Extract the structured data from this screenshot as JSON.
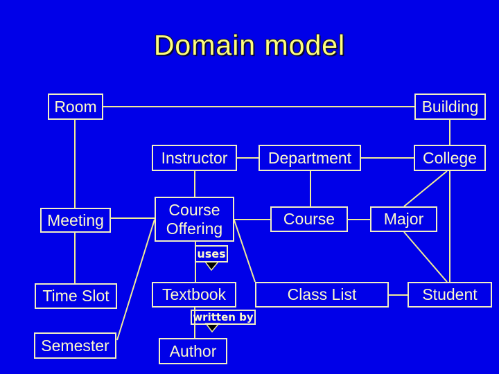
{
  "slide": {
    "title": "Domain model"
  },
  "colors": {
    "background": "#0000E8",
    "connector_line": "#F0EC96",
    "box_border": "#F2EFC2",
    "box_text": "#FDFACA",
    "title_text": "#FFFF7D",
    "arrow_fill": "#000000"
  },
  "nodes": {
    "room": {
      "label": "Room"
    },
    "building": {
      "label": "Building"
    },
    "instructor": {
      "label": "Instructor"
    },
    "department": {
      "label": "Department"
    },
    "college": {
      "label": "College"
    },
    "meeting": {
      "label": "Meeting"
    },
    "course_offering": {
      "label": "Course Offering"
    },
    "course": {
      "label": "Course"
    },
    "major": {
      "label": "Major"
    },
    "time_slot": {
      "label": "Time Slot"
    },
    "textbook": {
      "label": "Textbook"
    },
    "class_list": {
      "label": "Class List"
    },
    "student": {
      "label": "Student"
    },
    "semester": {
      "label": "Semester"
    },
    "author": {
      "label": "Author"
    }
  },
  "relationship_labels": {
    "uses": "uses",
    "written_by": "written by"
  },
  "edges": [
    {
      "from": "Room",
      "to": "Building"
    },
    {
      "from": "Room",
      "to": "Meeting"
    },
    {
      "from": "Meeting",
      "to": "Time Slot"
    },
    {
      "from": "Meeting",
      "to": "Course Offering"
    },
    {
      "from": "Instructor",
      "to": "Department"
    },
    {
      "from": "Instructor",
      "to": "Course Offering"
    },
    {
      "from": "Department",
      "to": "College"
    },
    {
      "from": "Department",
      "to": "Course"
    },
    {
      "from": "Building",
      "to": "College"
    },
    {
      "from": "College",
      "to": "Major"
    },
    {
      "from": "College",
      "to": "Student"
    },
    {
      "from": "Major",
      "to": "Student"
    },
    {
      "from": "Course Offering",
      "to": "Course"
    },
    {
      "from": "Course",
      "to": "Major"
    },
    {
      "from": "Course Offering",
      "to": "Semester"
    },
    {
      "from": "Course Offering",
      "to": "Class List"
    },
    {
      "from": "Course Offering",
      "to": "Textbook",
      "label": "uses"
    },
    {
      "from": "Textbook",
      "to": "Author",
      "label": "written by"
    },
    {
      "from": "Class List",
      "to": "Student"
    }
  ]
}
